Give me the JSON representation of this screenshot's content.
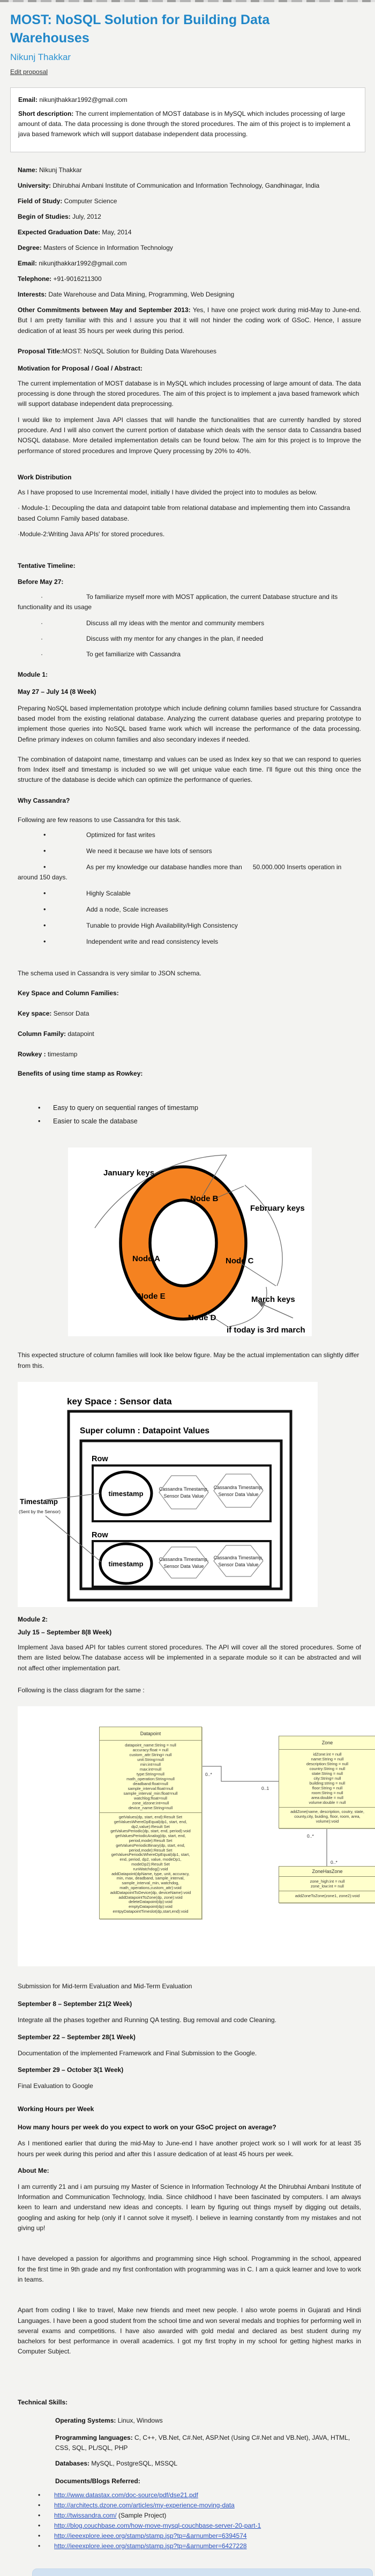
{
  "page": {
    "title": "MOST: NoSQL Solution for Building Data Warehouses",
    "author": "Nikunj Thakkar",
    "edit_link": "Edit proposal",
    "colors": {
      "title_blue": "#1f86c8",
      "link_blue": "#2a52c0",
      "ring_orange": "#f58220",
      "uml_yellow": "#ffffcc",
      "bottom_bar_blue": "#d2e2f2",
      "page_bg": "#f3f3f1"
    }
  },
  "glyphs": {
    "dot": "·",
    "bullet": "•"
  },
  "summary": {
    "email_label": "Email: ",
    "email": "nikunjthakkar1992@gmail.com",
    "desc_label": "Short description: ",
    "desc": "The current implementation of MOST database is in MySQL which includes processing of large amount of data. The data processing is done through the stored procedures. The aim of this project is to implement a java based framework which will support database independent data processing."
  },
  "profile": [
    {
      "label": "Name: ",
      "value": "Nikunj Thakkar"
    },
    {
      "label": "University: ",
      "value": "Dhirubhai Ambani Institute of Communication and Information Technology, Gandhinagar, India"
    },
    {
      "label": "Field of Study: ",
      "value": "Computer Science"
    },
    {
      "label": "Begin of Studies: ",
      "value": "July, 2012"
    },
    {
      "label": "Expected Graduation Date: ",
      "value": "May, 2014"
    },
    {
      "label": "Degree: ",
      "value": "Masters of Science in Information Technology"
    },
    {
      "label": "Email: ",
      "value": "nikunjthakkar1992@gmail.com"
    },
    {
      "label": "Telephone: ",
      "value": "+91-9016211300"
    },
    {
      "label": "Interests: ",
      "value": "Date Warehouse and Data Mining, Programming, Web Designing"
    },
    {
      "label": "Other Commitments between May and September 2013: ",
      "value": "Yes, I have one project work during mid-May to June-end. But I am pretty familiar with this and I assure you that it will not hinder the coding work of GSoC. Hence, I assure dedication of at least 35 hours per week during this period."
    },
    {
      "label": "Proposal Title:",
      "value": "MOST: NoSQL Solution for Building Data Warehouses"
    }
  ],
  "motivation": {
    "heading": "Motivation for Proposal / Goal / Abstract:",
    "p1": "The current implementation of MOST database is in MySQL which includes processing of large amount of data. The data processing is done through the stored procedures. The aim of this project is to implement a java based framework which will support database independent data preprocessing.",
    "p2": "I would like to implement Java API classes that will handle the functionalities that are currently handled by stored procedure. And I will also convert the current portion of database which deals with the sensor data to Cassandra based NOSQL database. More detailed implementation details can be found below. The aim for this project is to Improve the performance of stored procedures and Improve Query processing by 20% to 40%."
  },
  "work": {
    "heading": "Work Distribution",
    "intro": "As I have proposed to use Incremental model, initially I have divided the project into to modules as below.",
    "m1": "· Module-1: Decoupling the data and datapoint table from relational database and implementing them into Cassandra based Column Family based database.",
    "m2": "·Module-2:Writing Java APIs' for stored procedures."
  },
  "timeline": {
    "heading": "Tentative Timeline:",
    "before": "Before May 27:",
    "items": [
      "To familiarize myself more with MOST application, the current Database structure and its functionality and its usage",
      "Discuss all my ideas with the mentor and community members",
      "Discuss with my mentor for any changes in the plan, if needed",
      "To get familiarize with Cassandra"
    ]
  },
  "module1": {
    "heading": "Module 1:",
    "date": "May 27 – July 14 (8 Week)",
    "p1": "Preparing NoSQL based implementation prototype which include defining column families based structure for Cassandra based model from the existing relational database. Analyzing the current database queries and preparing prototype to implement those queries into NoSQL based frame work which will increase the performance of the data processing. Define primary indexes on column families and also secondary indexes if needed.",
    "p2": "The combination of datapoint name, timestamp and values can be used as Index key so that we can respond to queries from Index itself and timestamp is included so we will get unique value each time. I'll figure out this thing once the structure of the database is decide which can optimize the performance of queries."
  },
  "why": {
    "heading": "Why Cassandra?",
    "intro": "Following are few reasons to use Cassandra for this task.",
    "bullets": [
      "Optimized for fast writes",
      "We need it because we have lots of sensors",
      "As per my knowledge our database handles more than      50.000.000 Inserts operation in around 150 days.",
      "Highly Scalable",
      "Add a node, Scale increases",
      "Tunable to provide High Availability/High Consistency",
      "Independent write and read consistency levels"
    ],
    "schema_note": "The schema used in Cassandra is very similar to JSON schema."
  },
  "keyspace": {
    "heading": "Key Space and Column Families:",
    "f1_label": "Key space: ",
    "f1_value": "Sensor Data",
    "f2_label": "Column Family: ",
    "f2_value": "datapoint",
    "f3_label": "Rowkey : ",
    "f3_value": "timestamp",
    "benefits_heading": "Benefits of using time stamp as Rowkey:",
    "benefits": [
      "Easy to query  on sequential ranges of timestamp",
      "Easier to scale the database"
    ]
  },
  "ring": {
    "january": "January keys",
    "february": "February keys",
    "march": "March keys",
    "node_a": "Node A",
    "node_b": "Node B",
    "node_c": "Node C",
    "node_d": "Node D",
    "node_e": "Node E",
    "today": "if today is 3rd march"
  },
  "between_note": "This expected structure of column families will look like below figure. May be the actual implementation can slightly differ from this.",
  "schema": {
    "keyspace": "key Space : Sensor data",
    "supercolumn": "Super column : Datapoint Values",
    "row": "Row",
    "timestamp": "timestamp",
    "hex_l1": "Cassandra Timestamp,",
    "hex_l2": "Sensor Data Value",
    "label": "Timestamp",
    "label_sub": "(Sent by the Sensor)"
  },
  "module2": {
    "heading": "Module 2:",
    "date": "July 15 – September 8(8 Week)",
    "p1": "Implement Java based API for tables current stored procedures. The API will cover all the stored procedures. Some of them are listed below.The database access will be implemented in a separate module so it can be abstracted and will not affect other implementation part.",
    "p2": "Following is the class diagram for the same :"
  },
  "uml": {
    "datapoint": {
      "name": "Datapoint",
      "attrs": "datapoint_name:String = null\naccuracy:float = null\ncustom_attr:String= null\nunit:String=null\nmin:int=null\nmax:int=null\ntype:String=null\nmath_operation:String=null\ndeadband:float=null\nsample_interval:float=null\nsample_interval_min:float=null\nwatchlog:float=null\nzone_idzone:int=null\ndevice_name:String=null",
      "methods": "getValues(dp, start, end):Result Set\ngetValuesWhereDpEqual(dp1, start, end,\ndp2,value):Result Set\ngetValuesPeriodic(dp, start, end, period):void\ngetValuesPeriodicAnalog(dp, start, end,\nperiod,mode):Result Set\ngetValuesPeriodicBinary(dp, start, end,\nperiod,mode):Result Set\ngetValuesPeriodicWhereDpEqual(dp1, start,\nend, period, dp2, value, modeDp1,\nmodeDp2):Result Set\nrunWatchdog():void\naddDatapoint(dpName, type, unit, accuracy,\nmin, max, deadband, sample_interval,\nsample_interval_min, watchdog,\nmath_operations,custom_attr):void\naddDatapointToDevice(dp, deviceName):void\naddDatapointToZone(dp, zone):void\ndeleteDatapoint(dp):void\nemptyDatapoint(dp):void\nemtpyDatapointTimeslot(dp,start,end):void"
    },
    "zone": {
      "name": "Zone",
      "attrs": "idZone:int = null\nname:String = null\ndescription:String = null\ncountry:String = null\nstate:String = null\ncity:String= null\nbuilding:string = null\nfloor:String = null\nroom:String = null\narea:double = null\nvolume:double = null",
      "methods": "addZone(name, description, coutry, state,\ncounty,city, buiding, floor, room, area,\nvolume):void"
    },
    "zonehaszone": {
      "name": "ZoneHasZone",
      "attrs": "zone_high:int = null\nzone_low:int = null",
      "methods": "addZoneToZone(zone1, zone2):void"
    },
    "mult": [
      "0..*",
      "0..1",
      "0..*",
      "0..*"
    ]
  },
  "finals": {
    "submission": "Submission for Mid-term Evaluation and Mid-Term Evaluation",
    "s1_heading": "September 8 – September 21(2 Week)",
    "s1_p": "Integrate all the phases together and Running QA testing. Bug removal and code Cleaning.",
    "s2_heading": "September 22 – September 28(1 Week)",
    "s2_p": "Documentation of the implemented Framework and Final Submission to the Google.",
    "s3_heading": "September 29 – October 3(1 Week)",
    "s3_p": "Final Evaluation to Google",
    "working_heading": "Working Hours per Week",
    "question": "How many hours per week do you expect to work on your GSoC project on average?",
    "answer": "As I mentioned earlier that during the mid-May to June-end I have another project work so I will work for at least 35 hours per week during this period and after this I assure dedication of at least 45 hours per week.",
    "about_heading": "About Me:",
    "about_p1": "I am currently 21 and i am pursuing my Master of Science in Information Technology At the Dhirubhai Ambani Institute of Information and Communication Technology, India. Since childhood I have been fascinated by computers. I am always keen to learn and understand new ideas and concepts. I learn by figuring out things myself by digging out details, googling and asking for help (only if I cannot solve it myself). I believe in learning constantly from my mistakes and not giving up!",
    "about_p2": "I have developed a passion for algorithms and programming since High school. Programming in the school, appeared for the first time in 9th grade and my first confrontation with programming was in C. I am a quick learner and love to work in teams.",
    "about_p3": "Apart from coding I like to travel, Make new friends and meet new people. I also wrote poems in Gujarati and Hindi Languages. I have been a good student from the school time and won several medals and trophies for performing well in several exams and competitions. I have also awarded with gold medal and declared as best student during my bachelors for best performance in overall academics. I got my first trophy in my school for getting highest marks in Computer Subject."
  },
  "skills": {
    "heading": "Technical Skills:",
    "os_label": "Operating Systems: ",
    "os_value": "Linux, Windows",
    "pl_label": "Programming languages: ",
    "pl_value": "C, C++, VB.Net, C#.Net, ASP.Net (Using C#.Net and VB.Net), JAVA, HTML, CSS, SQL, PL/SQL, PHP",
    "db_label": "Databases: ",
    "db_value": "MySQL, PostgreSQL, MSSQL"
  },
  "refs": {
    "heading": "Documents/Blogs Referred:",
    "links": [
      {
        "url": "http://www.datastax.com/doc-source/pdf/dse21.pdf"
      },
      {
        "url": "http://architects.dzone.com/articles/my-experience-moving-data"
      },
      {
        "url": "http://twissandra.com/",
        "suffix": " (Sample Project)"
      },
      {
        "url": "http://blog.couchbase.com/how-move-mysql-couchbase-server-20-part-1"
      },
      {
        "url": "http://ieeexplore.ieee.org/stamp/stamp.jsp?tp=&arnumber=6394574"
      },
      {
        "url": "http://ieeexplore.ieee.org/stamp/stamp.jsp?tp=&arnumber=6427228"
      }
    ]
  }
}
